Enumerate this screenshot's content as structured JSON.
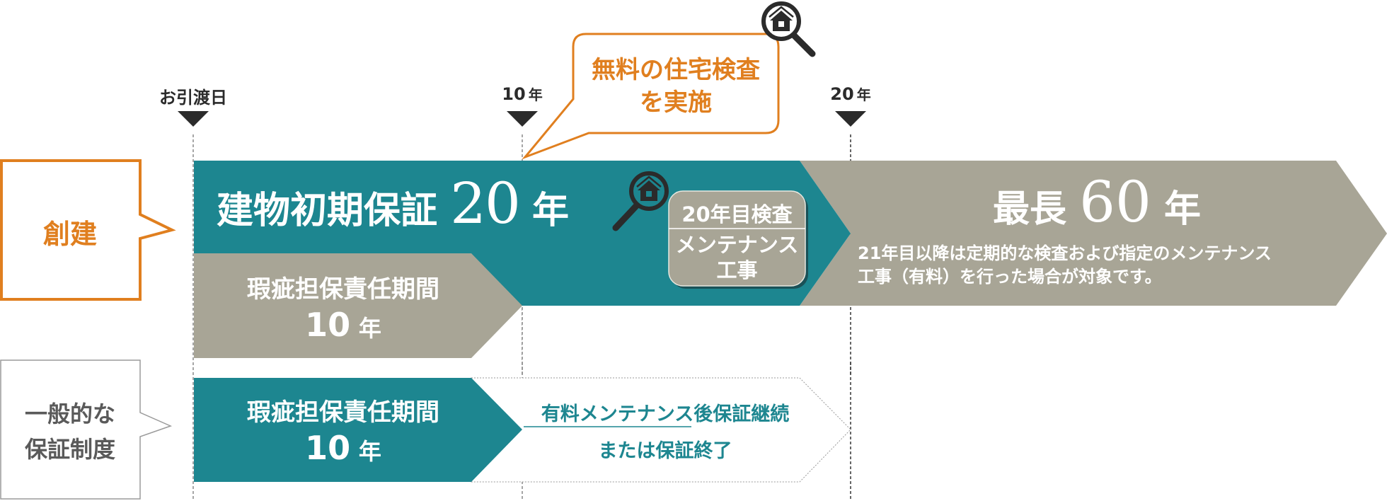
{
  "colors": {
    "teal": "#1d8690",
    "stone": "#a8a596",
    "orange": "#e07f1f",
    "dark": "#2b2b2b",
    "gray_border": "#9a9a9a",
    "gray_text": "#5a5a5a",
    "dash": "#888888"
  },
  "timeline": {
    "markers": [
      {
        "label": "お引渡日",
        "unit": ""
      },
      {
        "label": "10",
        "unit": "年"
      },
      {
        "label": "20",
        "unit": "年"
      }
    ]
  },
  "callout": {
    "line1": "無料の住宅検査",
    "line2": "を実施",
    "icon": "house-magnifier-icon"
  },
  "rows": {
    "sokken": {
      "label": "創建",
      "main_bar": {
        "title": "建物初期保証",
        "number": "20",
        "unit": "年"
      },
      "sub_bar": {
        "line1": "瑕疵担保責任期間",
        "number": "10",
        "unit": "年"
      },
      "inspection_box": {
        "top": "20年目検査",
        "bottom_line1": "メンテナンス",
        "bottom_line2": "工事"
      },
      "extension_bar": {
        "prefix": "最長",
        "number": "60",
        "unit": "年",
        "note_line1": "21年目以降は定期的な検査および指定のメンテナンス",
        "note_line2": "工事（有料）を行った場合が対象です。"
      }
    },
    "general": {
      "label_line1": "一般的な",
      "label_line2": "保証制度",
      "main_bar": {
        "line1": "瑕疵担保責任期間",
        "number": "10",
        "unit": "年"
      },
      "continuation": {
        "line1": "有料メンテナンス後保証継続",
        "line2": "または保証終了"
      }
    }
  }
}
